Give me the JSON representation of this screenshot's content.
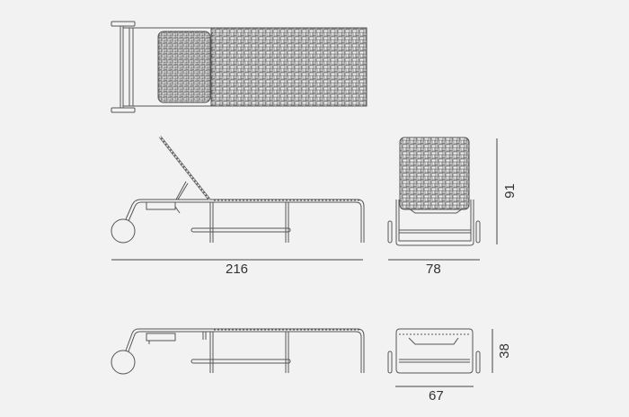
{
  "drawing": {
    "subject": "chaise lounge",
    "views": [
      {
        "name": "top-view"
      },
      {
        "name": "side-view-reclined"
      },
      {
        "name": "front-view-reclined"
      },
      {
        "name": "side-view-flat"
      },
      {
        "name": "front-view-flat"
      }
    ],
    "dimensions": {
      "length": "216",
      "width": "78",
      "height_reclined": "91",
      "width_flat": "67",
      "height_flat": "38"
    },
    "colors": {
      "background": "#f2f2f2",
      "line": "#555555",
      "dimension_line": "#444444"
    }
  }
}
